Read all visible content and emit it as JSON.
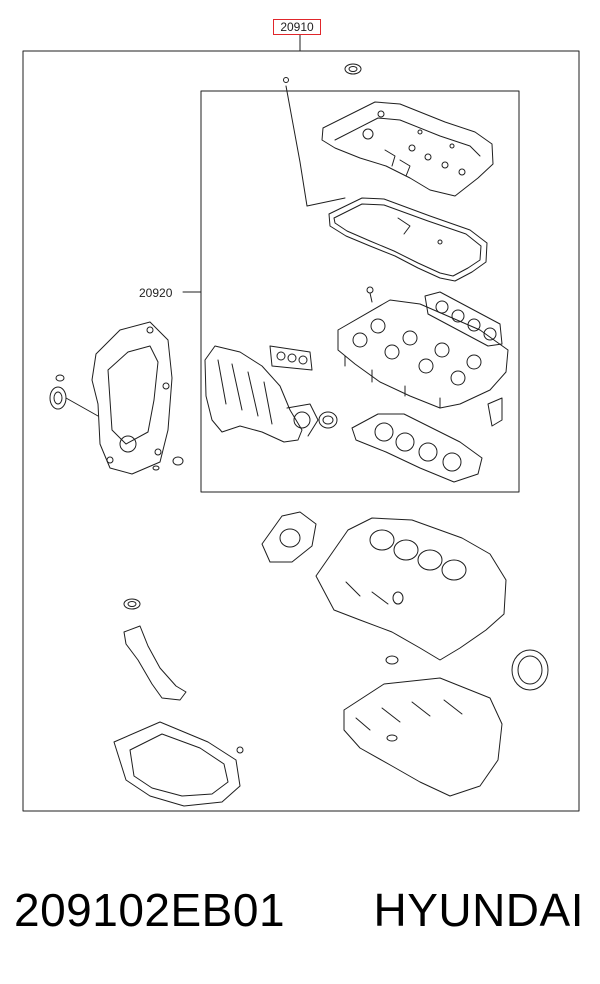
{
  "diagram": {
    "kit_ref_number": "20910",
    "subkit_ref_number": "20920",
    "highlight_color": "#e0262b",
    "line_color": "#1f1f1f"
  },
  "caption": {
    "part_number": "209102EB01",
    "brand": "HYUNDAI"
  }
}
